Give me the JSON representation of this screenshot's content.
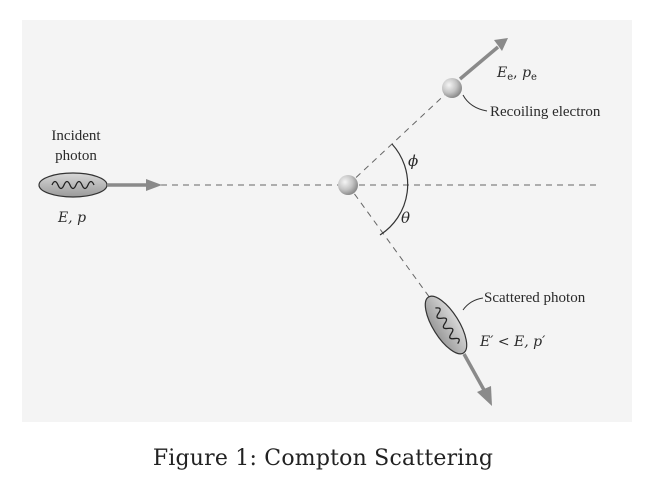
{
  "diagram": {
    "incident": {
      "label_line1": "Incident",
      "label_line2": "photon",
      "energy_label": "E, p"
    },
    "electron": {
      "energy_label": "E",
      "energy_sub": "e",
      "momentum_label": "p",
      "momentum_sub": "e",
      "recoil_label": "Recoiling electron"
    },
    "scattered": {
      "label": "Scattered photon",
      "relation_label": "E′ < E, p′"
    },
    "angles": {
      "phi": "ϕ",
      "theta": "θ"
    }
  },
  "caption": "Figure 1: Compton Scattering",
  "colors": {
    "panel": "#f4f4f4",
    "dashed_line": "#666666",
    "arrow": "#8a8a8a",
    "sphere_highlight": "#f2f2f2",
    "sphere_shadow": "#8c8c8c"
  }
}
